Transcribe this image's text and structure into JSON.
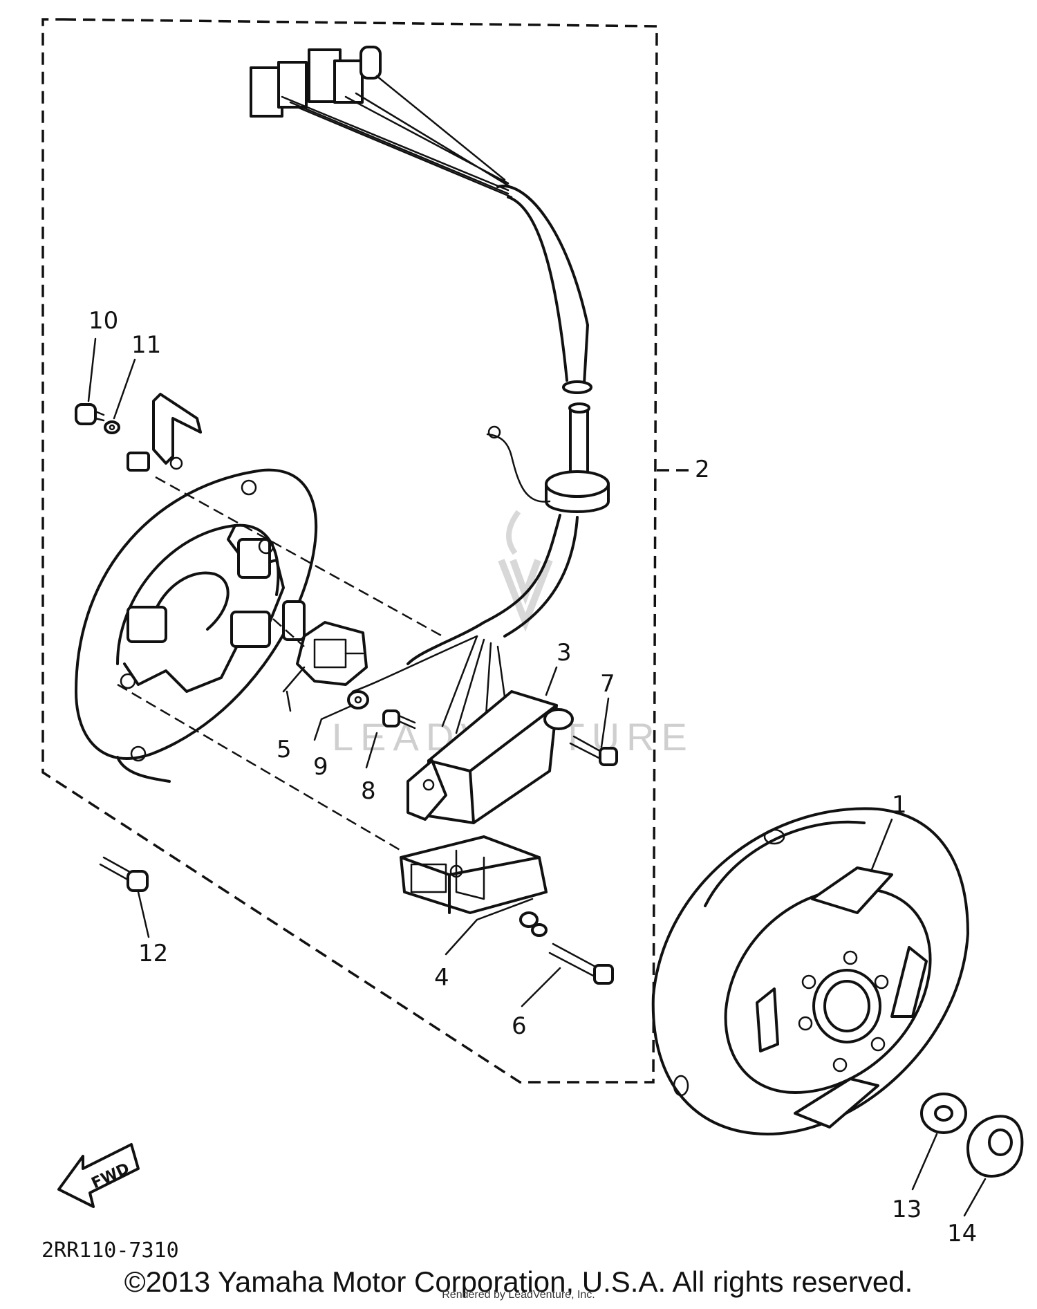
{
  "diagram": {
    "callouts": [
      {
        "id": "1",
        "label": "1"
      },
      {
        "id": "2",
        "label": "2"
      },
      {
        "id": "3",
        "label": "3"
      },
      {
        "id": "4",
        "label": "4"
      },
      {
        "id": "5",
        "label": "5"
      },
      {
        "id": "6",
        "label": "6"
      },
      {
        "id": "7",
        "label": "7"
      },
      {
        "id": "8",
        "label": "8"
      },
      {
        "id": "9",
        "label": "9"
      },
      {
        "id": "10",
        "label": "10"
      },
      {
        "id": "11",
        "label": "11"
      },
      {
        "id": "12",
        "label": "12"
      },
      {
        "id": "13",
        "label": "13"
      },
      {
        "id": "14",
        "label": "14"
      }
    ],
    "fwd_label": "FWD",
    "figure_code": "2RR110-7310",
    "watermark": "LEADVENTURE"
  },
  "footer": {
    "copyright": "©2013 Yamaha Motor Corporation, U.S.A. All rights reserved.",
    "rendered_by": "Rendered by LeadVenture, Inc."
  }
}
